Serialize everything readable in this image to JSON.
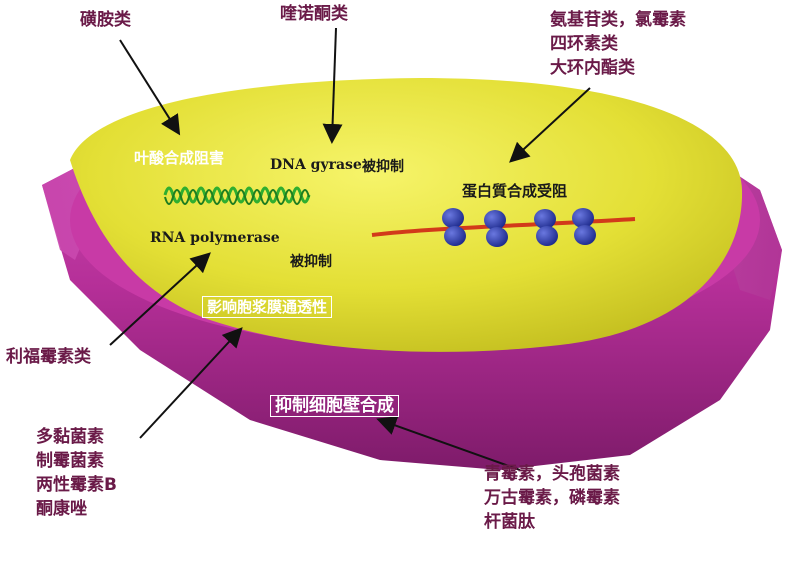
{
  "diagram": {
    "labels": {
      "sulfonamides": "磺胺类",
      "quinolones": "喹诺酮类",
      "protein_antibiotics": [
        "氨基苷类，氯霉素",
        "四环素类",
        "大环内酯类"
      ],
      "rifampicin": "利福霉素类",
      "membrane_antibiotics": [
        "多黏菌素",
        "制霉菌素",
        "两性霉素B",
        "酮康唑"
      ],
      "cell_wall_antibiotics": [
        "青霉素，头孢菌素",
        "万古霉素，磷霉素",
        "杆菌肽"
      ]
    },
    "inner": {
      "folate": "叶酸合成阻害",
      "dna_gyrase": "DNA gyrase",
      "dna_inhibited": "被抑制",
      "rna_polymerase": "RNA polymerase",
      "rna_inhibited": "被抑制",
      "protein_synthesis": "蛋白質合成受阻",
      "membrane_permeability": "影响胞浆膜通透性",
      "cell_wall_synthesis": "抑制细胞壁合成"
    },
    "colors": {
      "cell_wall": "#b8329a",
      "cytoplasm": "#e6e33c",
      "dna_helix": "#2fae2f",
      "ribosome": "#2a3aa8",
      "mrna": "#d23a1a",
      "label_text": "#6a1a48",
      "arrow": "#111111"
    }
  }
}
